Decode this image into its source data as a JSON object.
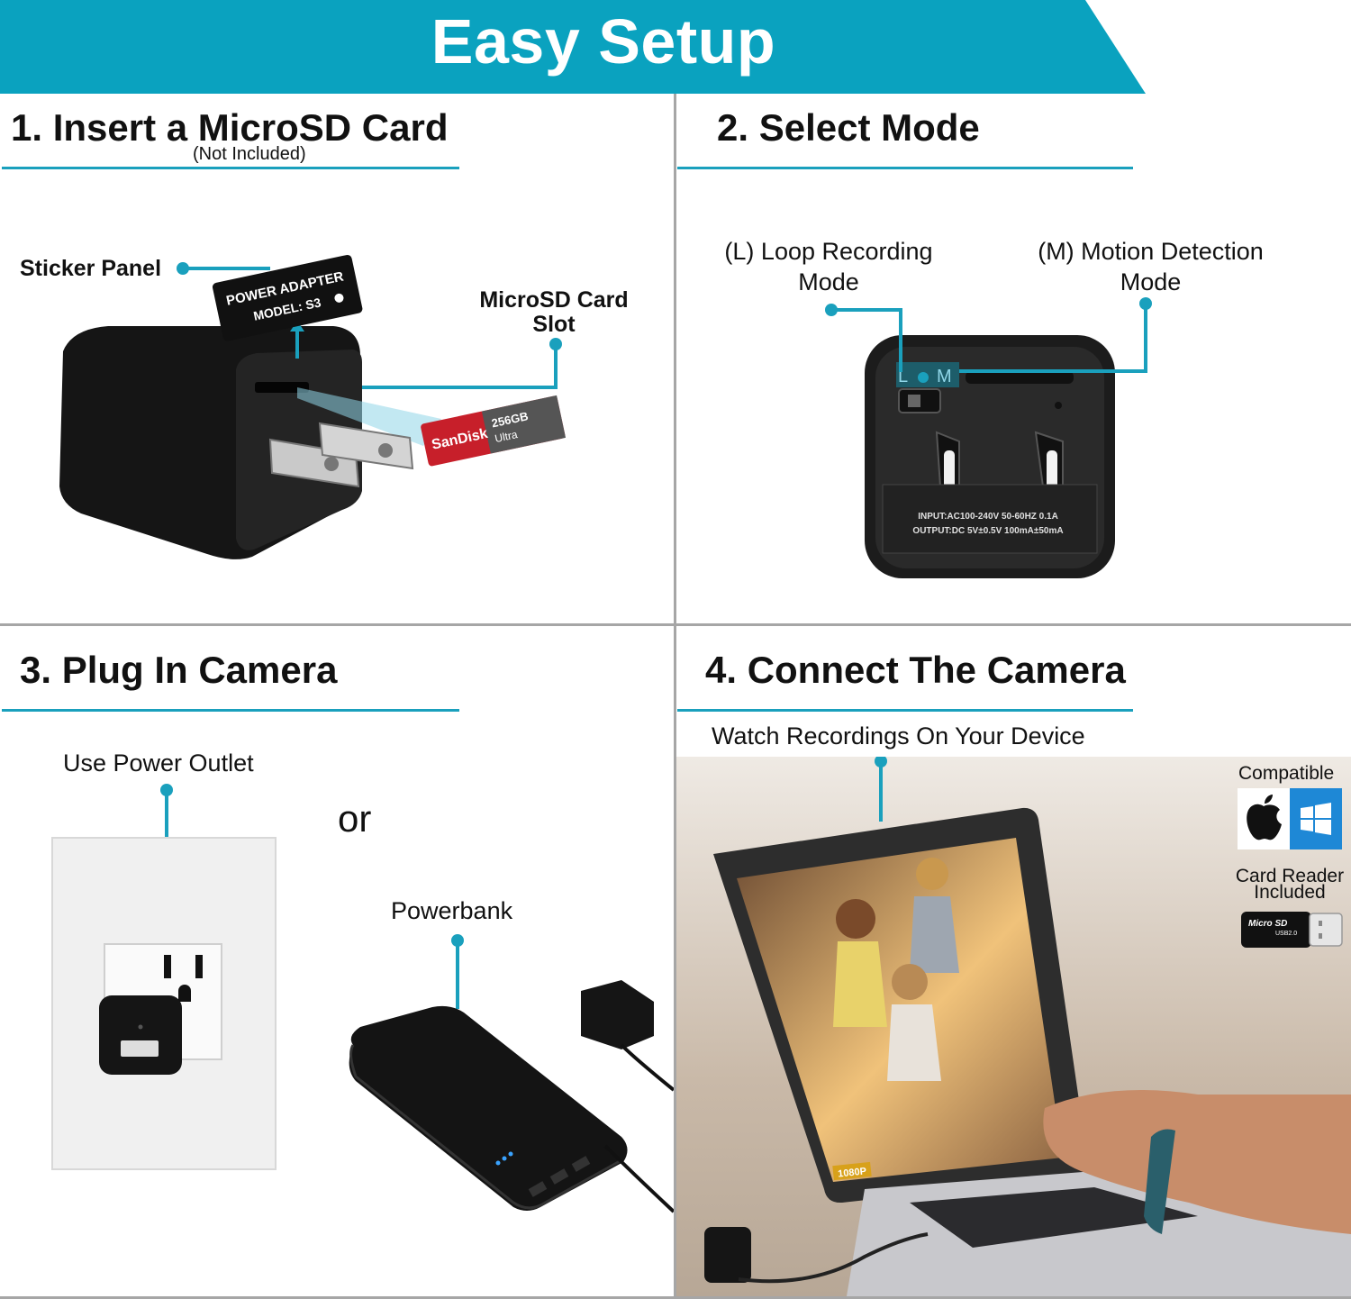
{
  "banner": {
    "title": "Easy Setup",
    "color": "#0aa2bf"
  },
  "step1": {
    "title": "1. Insert a MicroSD Card",
    "note": "(Not Included)",
    "callout_sticker": "Sticker Panel",
    "callout_slot_line1": "MicroSD Card",
    "callout_slot_line2": "Slot",
    "sticker_line1": "POWER ADAPTER",
    "sticker_line2": "MODEL: S3",
    "card_brand": "SanDisk",
    "card_sub": "Ultra",
    "card_capacity": "256GB"
  },
  "step2": {
    "title": "2. Select Mode",
    "loop_line1": "(L) Loop Recording",
    "loop_line2": "Mode",
    "motion_line1": "(M) Motion Detection",
    "motion_line2": "Mode",
    "switch_l": "L",
    "switch_m": "M",
    "spec_input": "INPUT:AC100-240V  50-60HZ  0.1A",
    "spec_output": "OUTPUT:DC  5V±0.5V  100mA±50mA"
  },
  "step3": {
    "title": "3. Plug In Camera",
    "outlet_label": "Use Power Outlet",
    "or": "or",
    "powerbank_label": "Powerbank"
  },
  "step4": {
    "title": "4. Connect The Camera",
    "watch_label": "Watch Recordings On Your Device",
    "compatible": "Compatible",
    "card_reader_line1": "Card Reader",
    "card_reader_line2": "Included",
    "reader_text": "Micro SD",
    "reader_sub": "USB2.0",
    "laptop_badge": "1080P"
  },
  "colors": {
    "accent": "#1aa0bd",
    "divider": "#a6a6a6",
    "windows": "#1e88d6"
  }
}
